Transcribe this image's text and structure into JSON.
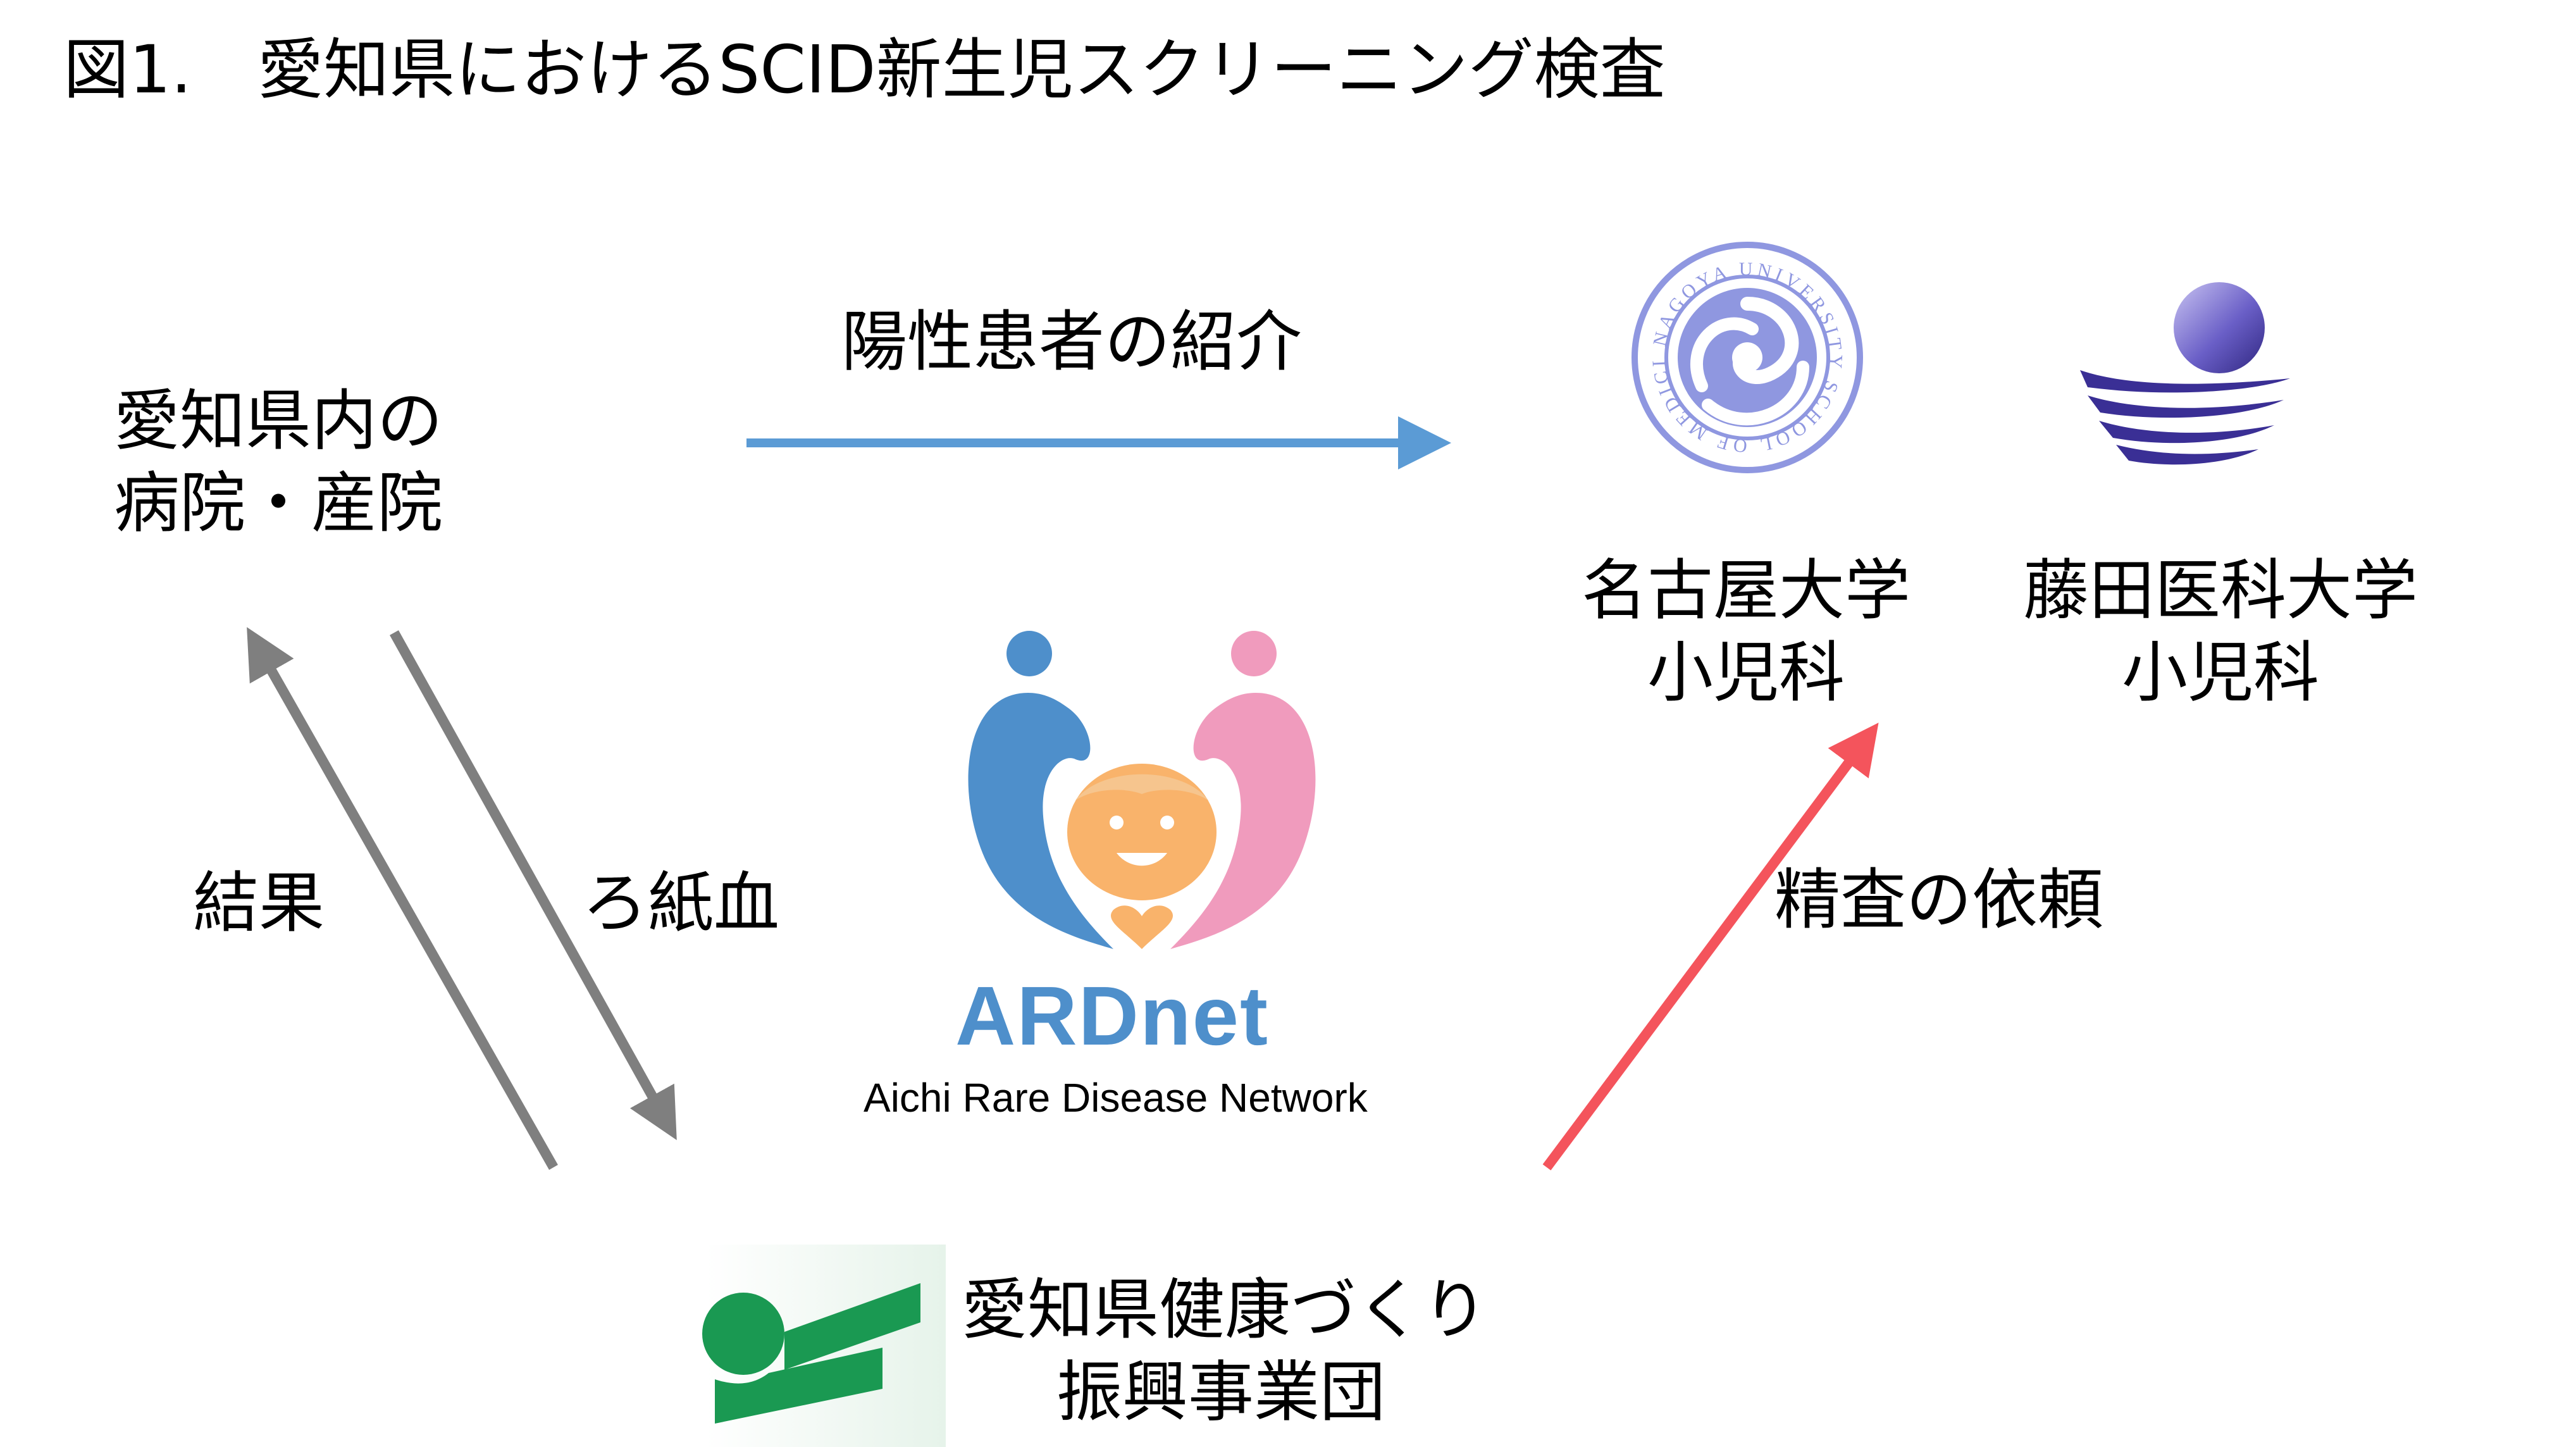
{
  "title": "図1.　愛知県におけるSCID新生児スクリーニング検査",
  "nodes": {
    "hospitals": {
      "line1": "愛知県内の",
      "line2": "病院・産院"
    },
    "nagoya": {
      "line1": "名古屋大学",
      "line2": "小児科"
    },
    "fujita": {
      "line1": "藤田医科大学",
      "line2": "小児科"
    },
    "foundation": {
      "line1": "愛知県健康づくり",
      "line2": "振興事業団"
    }
  },
  "edges": {
    "referral": "陽性患者の紹介",
    "results": "結果",
    "filter_paper_blood": "ろ紙血",
    "detailed_exam_request": "精査の依頼"
  },
  "ardnet": {
    "logo_text": "ARDnet",
    "subtitle": "Aichi Rare Disease Network"
  },
  "logos": {
    "nagoya_seal_text": "NAGOYA UNIVERSITY SCHOOL OF MEDICINE"
  },
  "colors": {
    "blue_arrow": "#5b9bd5",
    "gray_arrow": "#7f7f7f",
    "red_arrow": "#f4545c",
    "ardnet_blue": "#4e8fcb",
    "ardnet_pink": "#f09bbd",
    "ardnet_face": "#f9b36b",
    "nagoya_seal": "#8f97e0",
    "fujita_purple": "#4b3f9e",
    "foundation_green": "#1a9952"
  }
}
